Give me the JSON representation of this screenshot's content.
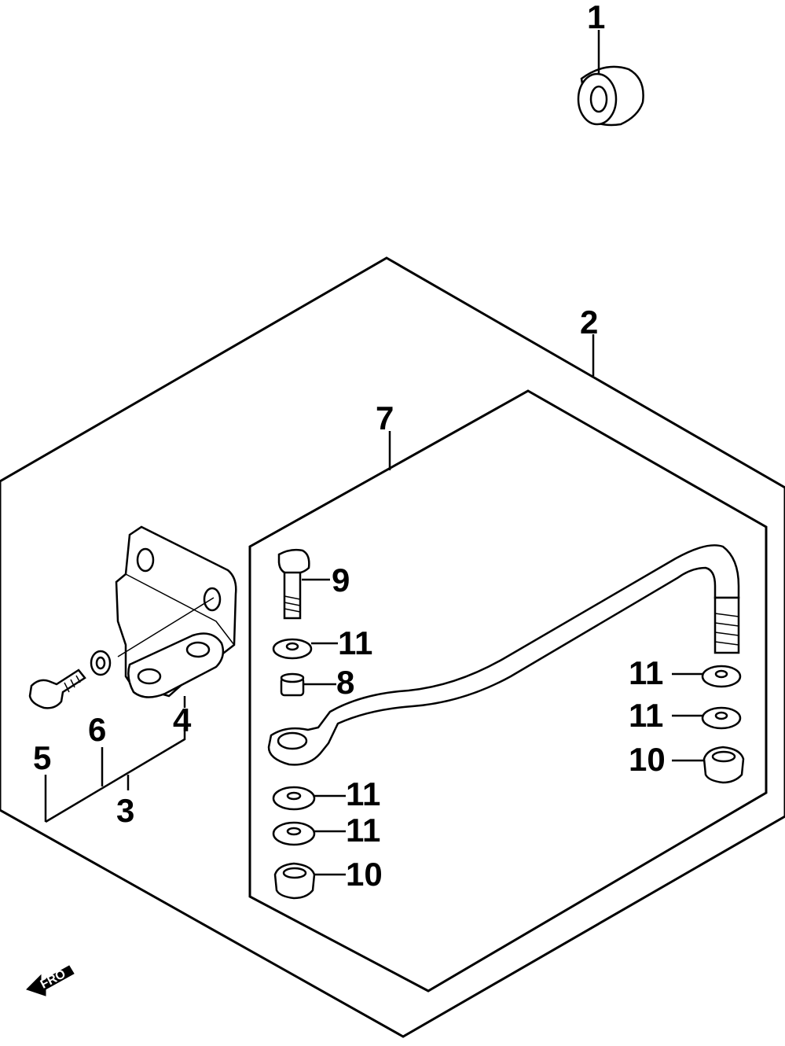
{
  "callouts": {
    "c1": "1",
    "c2": "2",
    "c3": "3",
    "c4": "4",
    "c5": "5",
    "c6": "6",
    "c7": "7",
    "c8": "8",
    "c9": "9",
    "c10a": "10",
    "c10b": "10",
    "c11a": "11",
    "c11b": "11",
    "c11c": "11",
    "c11d": "11",
    "c11e": "11"
  },
  "fro_label": "FRO",
  "colors": {
    "line": "#000000",
    "background": "#ffffff"
  }
}
